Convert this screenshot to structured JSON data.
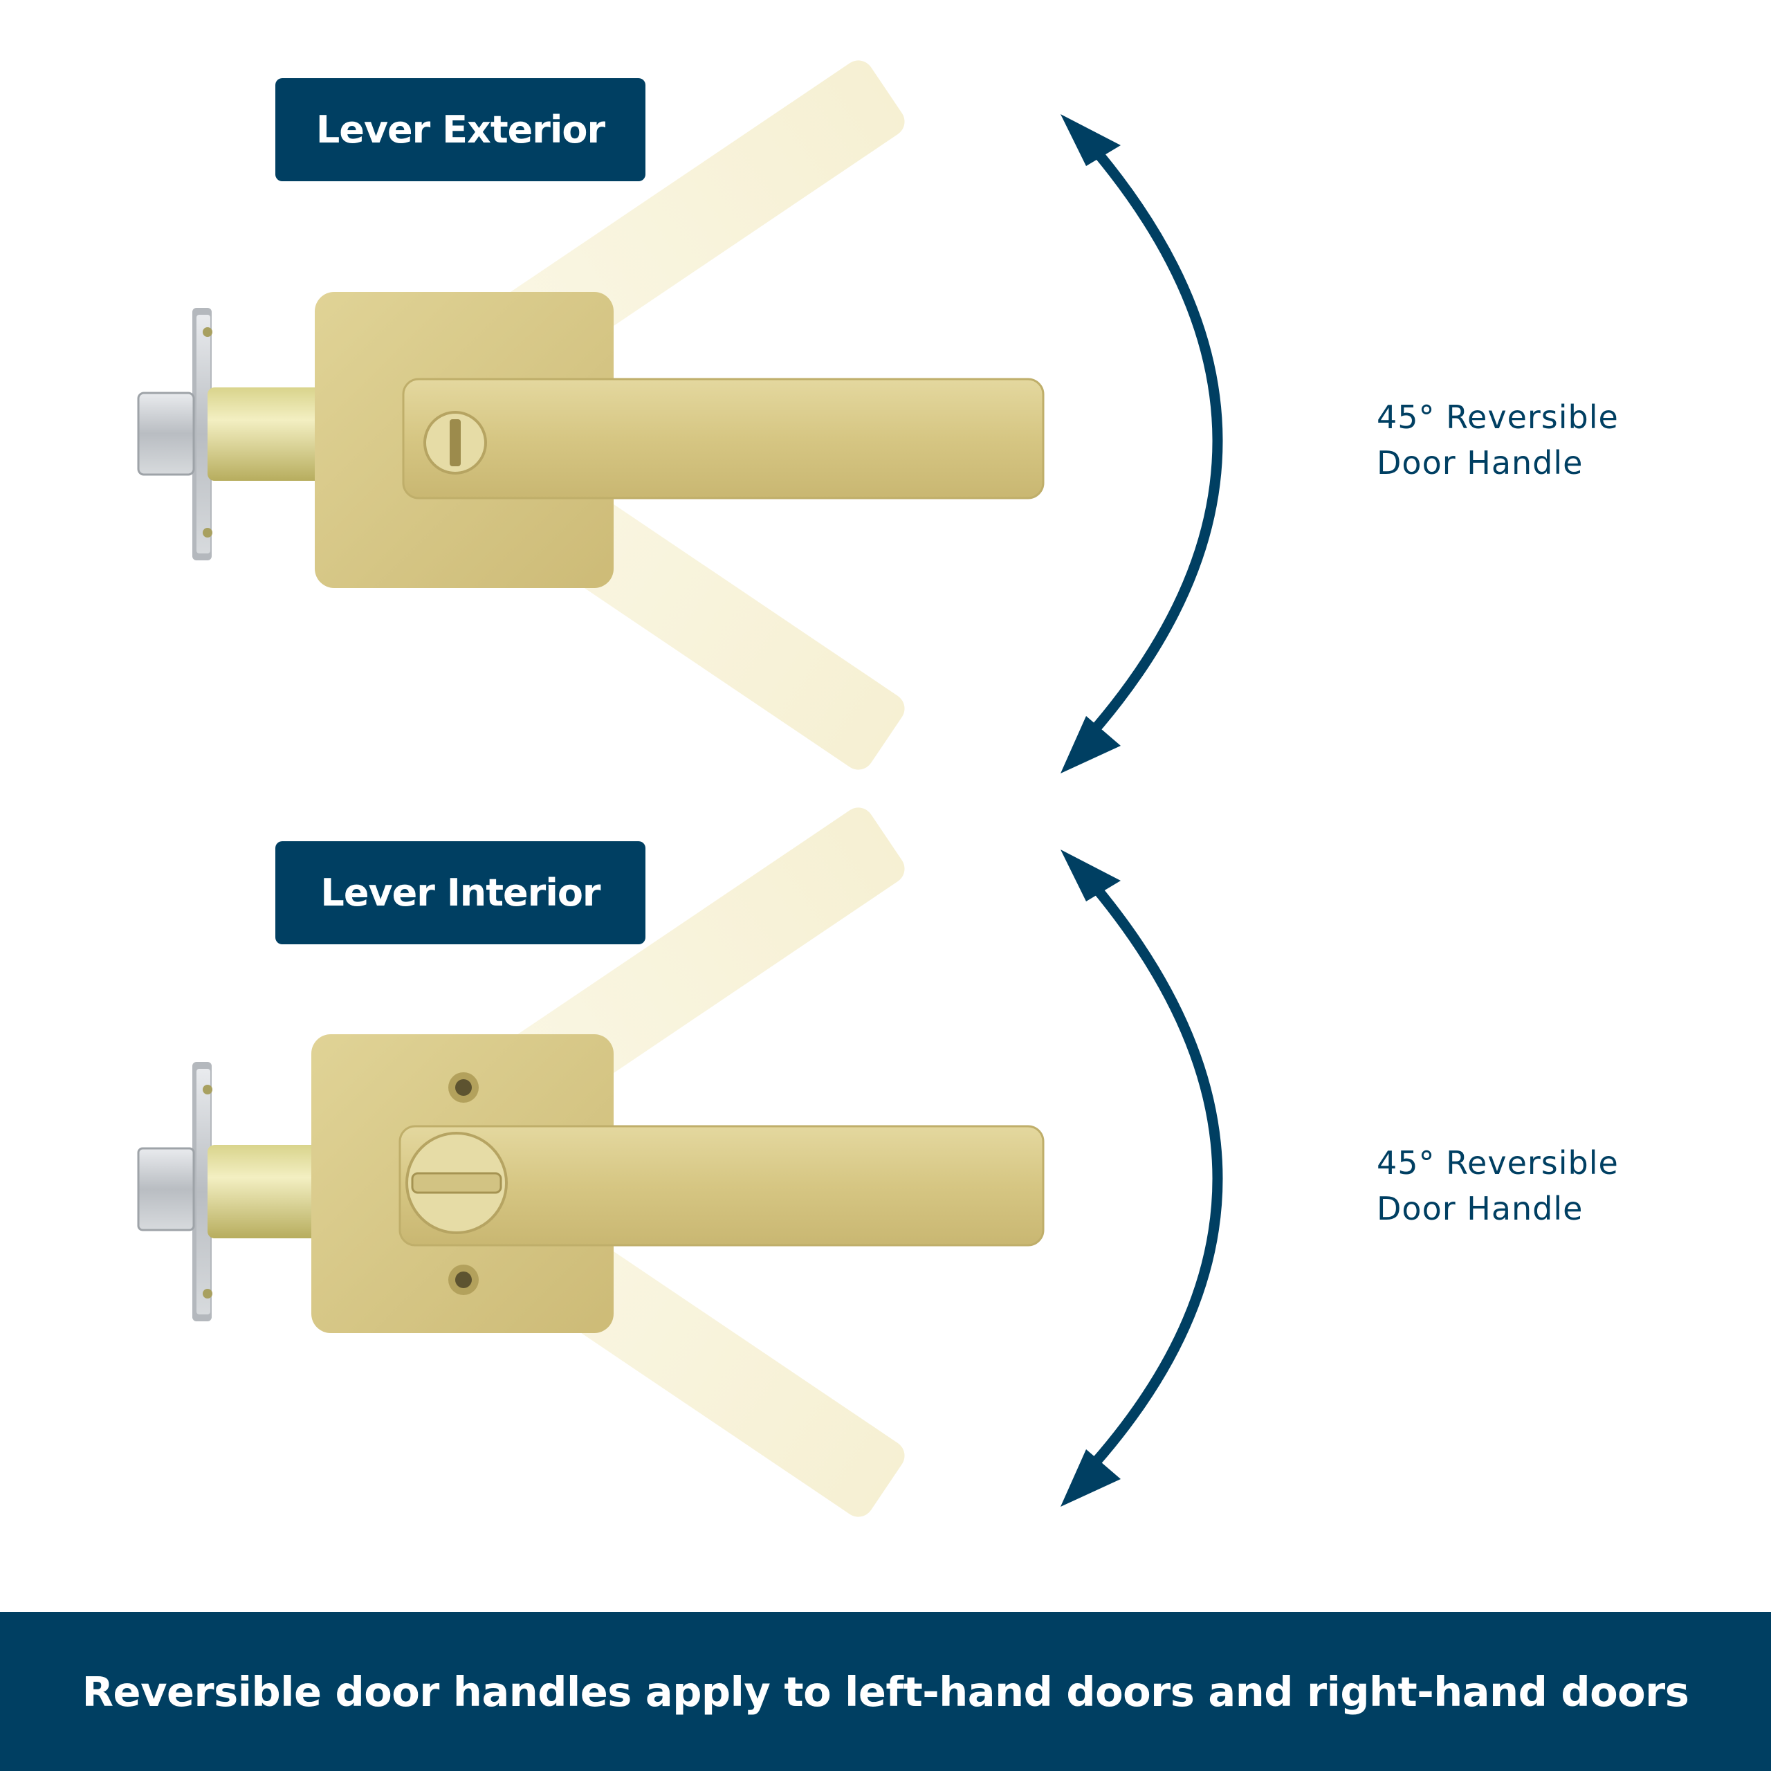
{
  "colors": {
    "navy": "#003f62",
    "brass": "#d8c98a",
    "brass_light": "#f7f2d8",
    "chrome": "#c9ccd0"
  },
  "sections": [
    {
      "label": "Lever Exterior",
      "rotation_text_line1": "45° Reversible",
      "rotation_text_line2": "Door Handle",
      "rotation_icon": "double-headed-curved-arrow-icon"
    },
    {
      "label": "Lever Interior",
      "rotation_text_line1": "45° Reversible",
      "rotation_text_line2": "Door Handle",
      "rotation_icon": "double-headed-curved-arrow-icon"
    }
  ],
  "footer": {
    "text": "Reversible door handles apply to left-hand doors and right-hand doors"
  }
}
